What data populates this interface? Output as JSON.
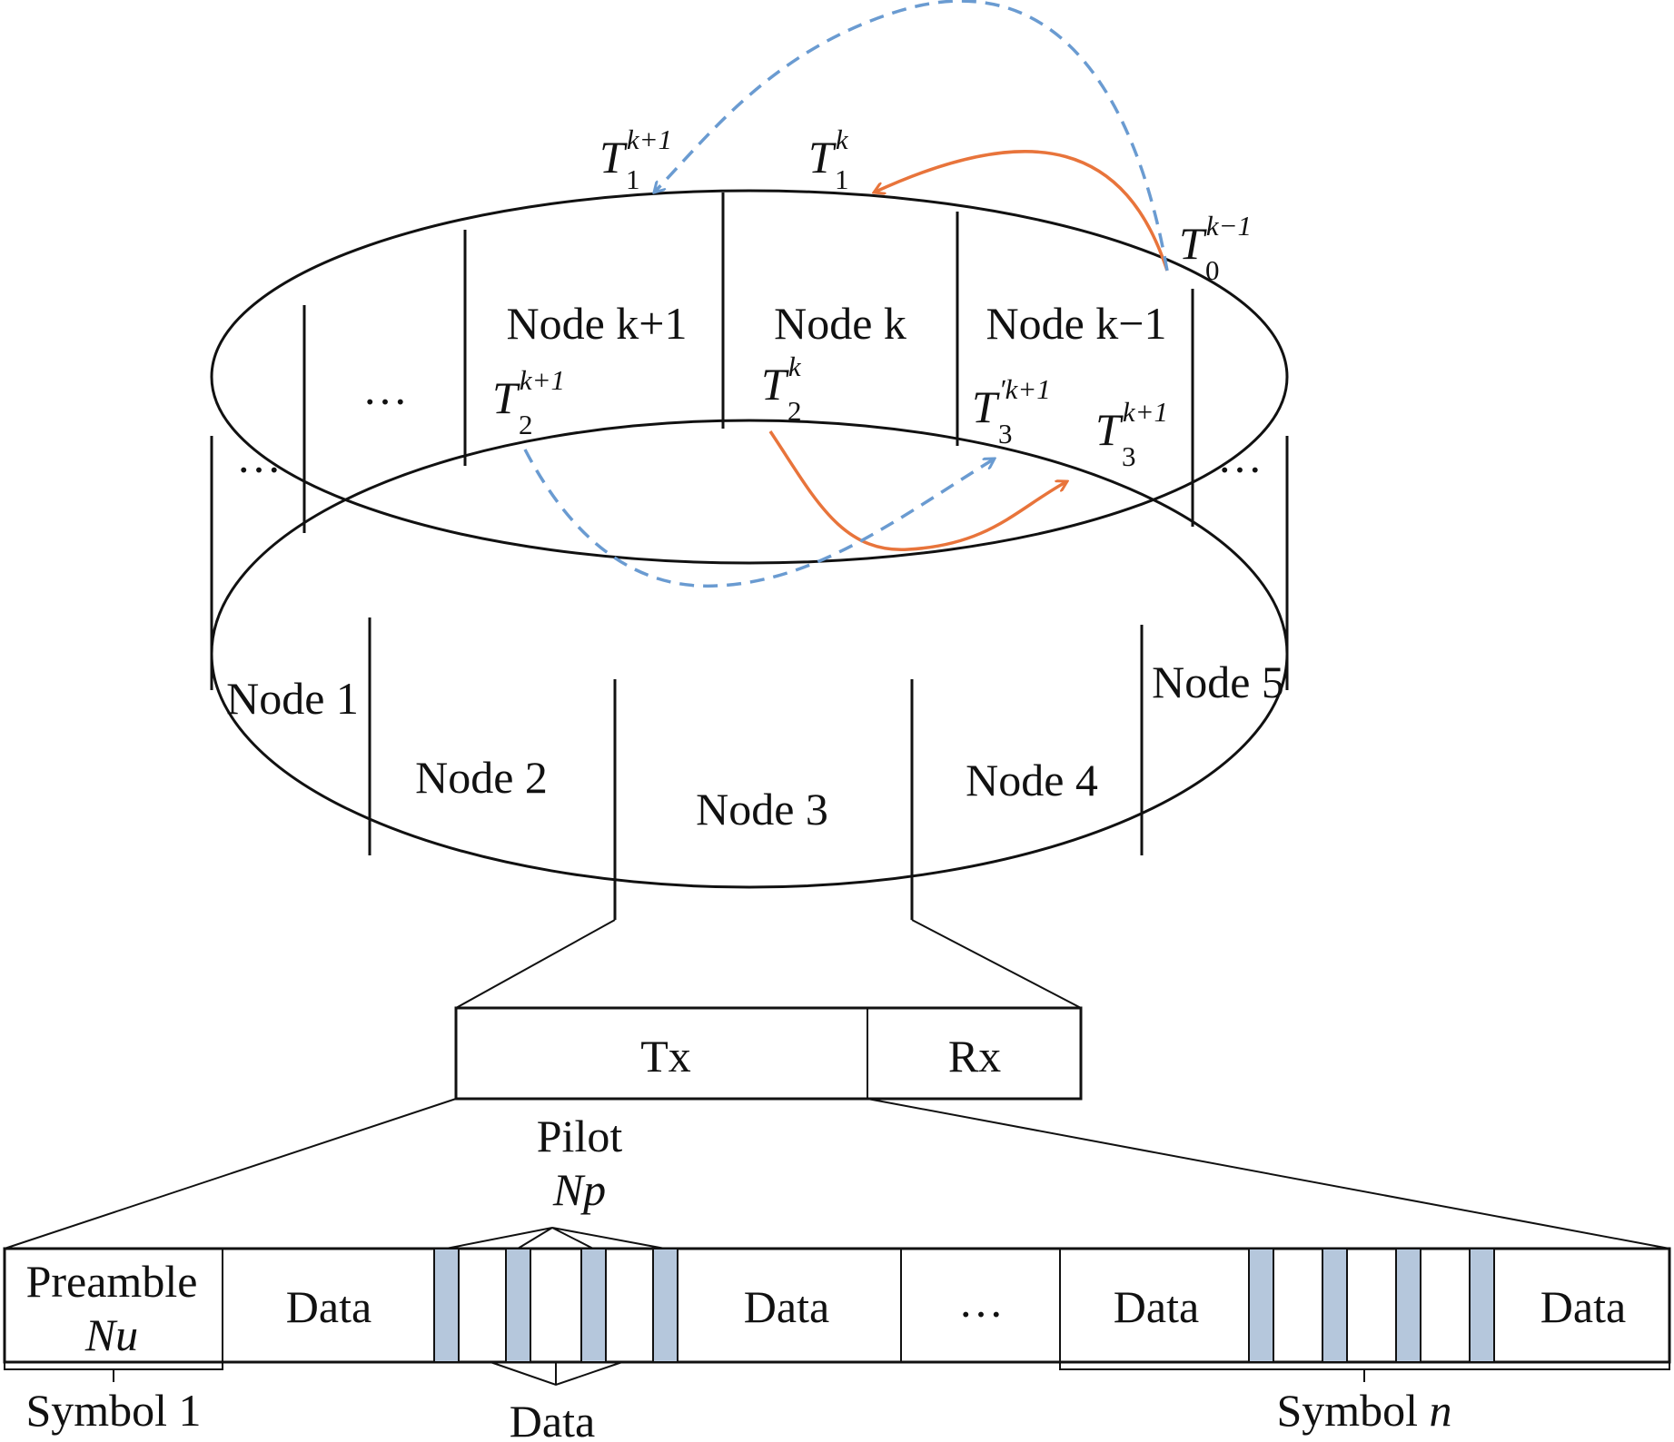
{
  "colors": {
    "orange_arrow": "#E8743B",
    "blue_arrow": "#6A9BD1",
    "pilot_fill": "#B5C7DC",
    "stroke": "#111111"
  },
  "ring": {
    "top_labels": {
      "dots_left": "…",
      "dots_mid": "…",
      "node_kp1": "Node k+1",
      "node_k": "Node k",
      "node_km1": "Node k−1",
      "dots_right": "…"
    },
    "front_labels": {
      "node1": "Node 1",
      "node2": "Node 2",
      "node3": "Node 3",
      "node4": "Node 4",
      "node5": "Node 5"
    },
    "time_labels": {
      "T1_kp1": {
        "base": "T",
        "sup": "k+1",
        "sub": "1"
      },
      "T1_k": {
        "base": "T",
        "sup": "k",
        "sub": "1"
      },
      "T0_km1": {
        "base": "T",
        "sup": "k−1",
        "sub": "0"
      },
      "T2_kp1": {
        "base": "T",
        "sup": "k+1",
        "sub": "2"
      },
      "T2_k": {
        "base": "T",
        "sup": "k",
        "sub": "2"
      },
      "T3p_kp1": {
        "base": "T",
        "sup": "′k+1",
        "sub": "3"
      },
      "T3_kp1": {
        "base": "T",
        "sup": "k+1",
        "sub": "3"
      }
    }
  },
  "slot": {
    "tx": "Tx",
    "rx": "Rx"
  },
  "frame": {
    "preamble": "Preamble",
    "preamble_sym": "Nu",
    "data1": "Data",
    "data2": "Data",
    "dots": "…",
    "data3": "Data",
    "data4": "Data",
    "pilot": "Pilot",
    "pilot_sym": "Np",
    "data_below": "Data",
    "symbol1": "Symbol 1",
    "symbolN_prefix": "Symbol ",
    "symbolN_var": "n"
  }
}
